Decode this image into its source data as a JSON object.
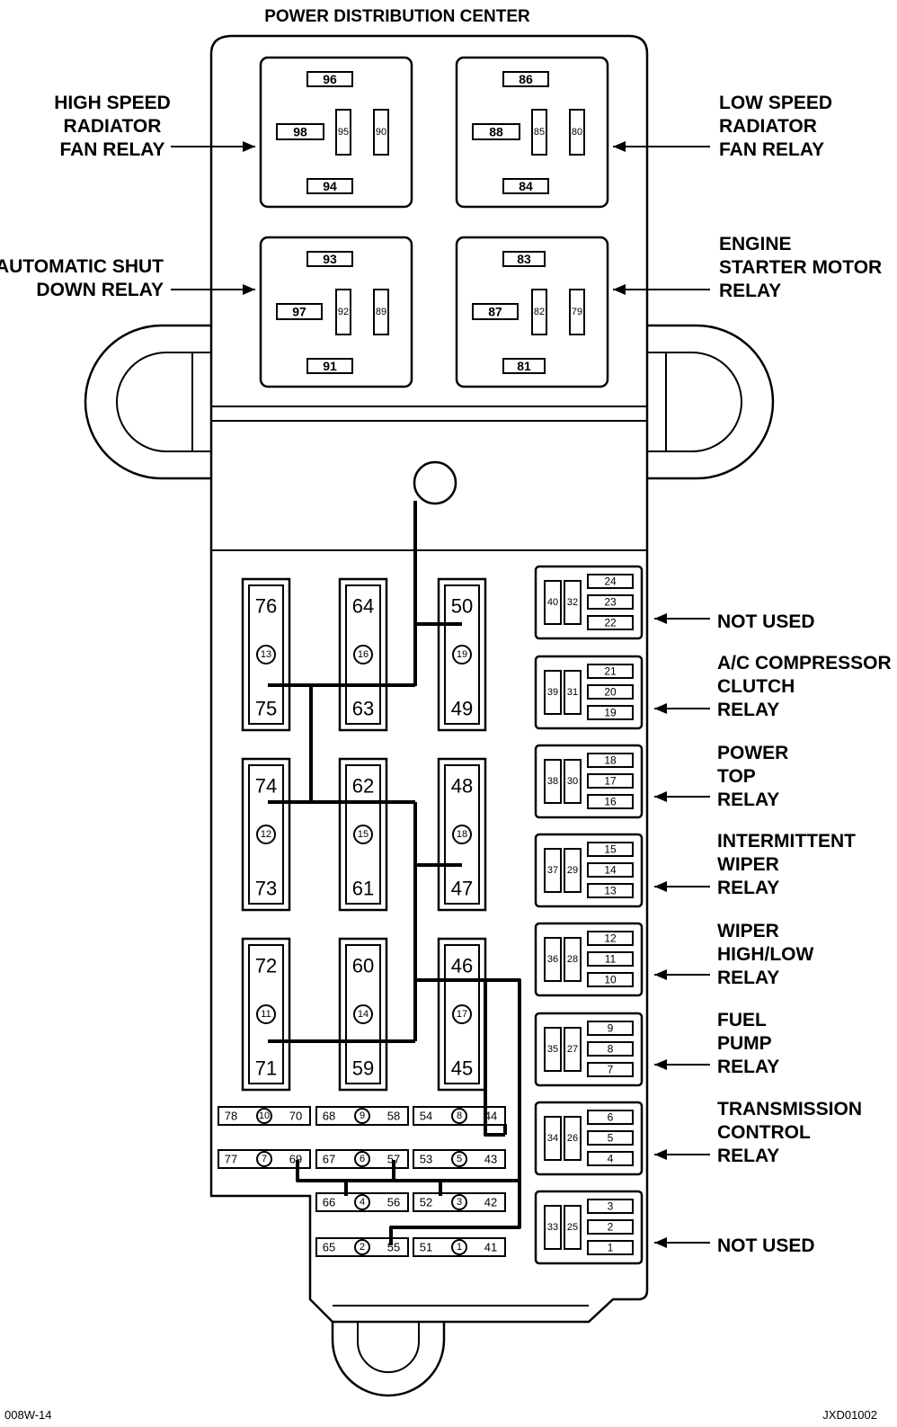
{
  "title": "POWER DISTRIBUTION CENTER",
  "footer": {
    "left": "008W-14",
    "right": "JXD01002"
  },
  "relays": [
    {
      "label": [
        "HIGH SPEED",
        "RADIATOR",
        "FAN RELAY"
      ],
      "pins": [
        "96",
        "98",
        "95",
        "90",
        "94"
      ]
    },
    {
      "label": [
        "LOW SPEED",
        "RADIATOR",
        "FAN RELAY"
      ],
      "pins": [
        "86",
        "88",
        "85",
        "80",
        "84"
      ]
    },
    {
      "label": [
        "AUTOMATIC SHUT",
        "DOWN RELAY"
      ],
      "pins": [
        "93",
        "97",
        "92",
        "89",
        "91"
      ]
    },
    {
      "label": [
        "ENGINE",
        "STARTER MOTOR",
        "RELAY"
      ],
      "pins": [
        "83",
        "87",
        "82",
        "79",
        "81"
      ]
    }
  ],
  "maxi_fuses": [
    {
      "top": "76",
      "num": "13",
      "bottom": "75"
    },
    {
      "top": "64",
      "num": "16",
      "bottom": "63"
    },
    {
      "top": "50",
      "num": "19",
      "bottom": "49"
    },
    {
      "top": "74",
      "num": "12",
      "bottom": "73"
    },
    {
      "top": "62",
      "num": "15",
      "bottom": "61"
    },
    {
      "top": "48",
      "num": "18",
      "bottom": "47"
    },
    {
      "top": "72",
      "num": "11",
      "bottom": "71"
    },
    {
      "top": "60",
      "num": "14",
      "bottom": "59"
    },
    {
      "top": "46",
      "num": "17",
      "bottom": "45"
    }
  ],
  "mini_fuses": [
    {
      "left": "78",
      "num": "10",
      "right": "70"
    },
    {
      "left": "68",
      "num": "9",
      "right": "58"
    },
    {
      "left": "54",
      "num": "8",
      "right": "44"
    },
    {
      "left": "77",
      "num": "7",
      "right": "69"
    },
    {
      "left": "67",
      "num": "6",
      "right": "57"
    },
    {
      "left": "53",
      "num": "5",
      "right": "43"
    },
    {
      "left": "66",
      "num": "4",
      "right": "56"
    },
    {
      "left": "52",
      "num": "3",
      "right": "42"
    },
    {
      "left": "65",
      "num": "2",
      "right": "55"
    },
    {
      "left": "51",
      "num": "1",
      "right": "41"
    }
  ],
  "micro_relays": [
    {
      "label": [
        "NOT USED"
      ],
      "pins": [
        "40",
        "32",
        "24",
        "23",
        "22"
      ]
    },
    {
      "label": [
        "A/C COMPRESSOR",
        "CLUTCH",
        "RELAY"
      ],
      "pins": [
        "39",
        "31",
        "21",
        "20",
        "19"
      ]
    },
    {
      "label": [
        "POWER",
        "TOP",
        "RELAY"
      ],
      "pins": [
        "38",
        "30",
        "18",
        "17",
        "16"
      ]
    },
    {
      "label": [
        "INTERMITTENT",
        "WIPER",
        "RELAY"
      ],
      "pins": [
        "37",
        "29",
        "15",
        "14",
        "13"
      ]
    },
    {
      "label": [
        "WIPER",
        "HIGH/LOW",
        "RELAY"
      ],
      "pins": [
        "36",
        "28",
        "12",
        "11",
        "10"
      ]
    },
    {
      "label": [
        "FUEL",
        "PUMP",
        "RELAY"
      ],
      "pins": [
        "35",
        "27",
        "9",
        "8",
        "7"
      ]
    },
    {
      "label": [
        "TRANSMISSION",
        "CONTROL",
        "RELAY"
      ],
      "pins": [
        "34",
        "26",
        "6",
        "5",
        "4"
      ]
    },
    {
      "label": [
        "NOT USED"
      ],
      "pins": [
        "33",
        "25",
        "3",
        "2",
        "1"
      ]
    }
  ]
}
